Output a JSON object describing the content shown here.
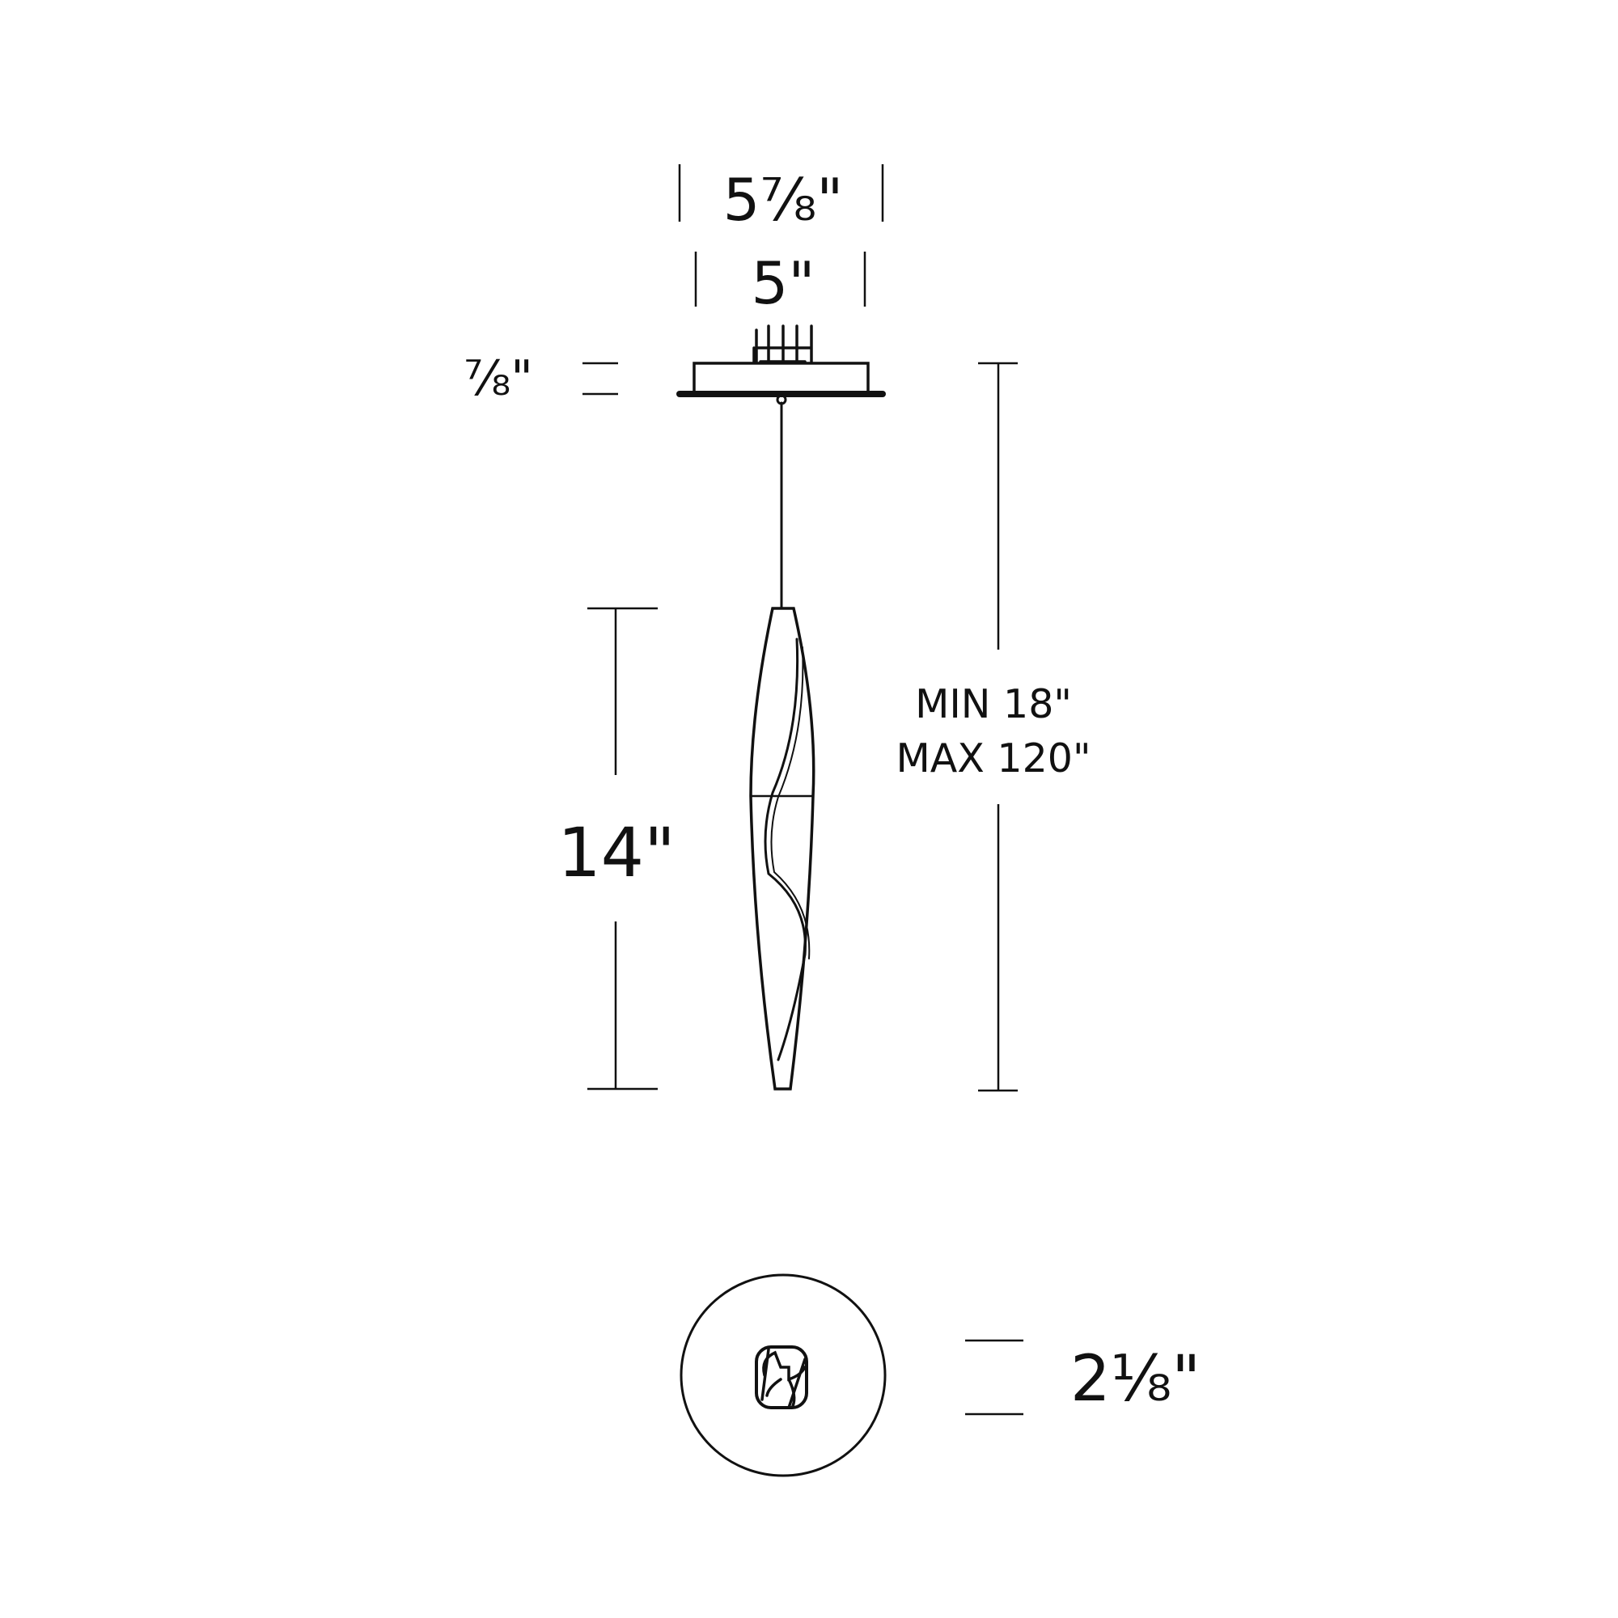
{
  "dimensions": {
    "canopy_outer_width": "5⅞\"",
    "canopy_inner_width": "5\"",
    "canopy_height": "⅞\"",
    "pendant_height": "14\"",
    "overall_min": "MIN 18\"",
    "overall_max": "MAX 120\"",
    "pendant_diameter": "2⅛\""
  },
  "colors": {
    "line": "#111111",
    "background": "#ffffff"
  }
}
